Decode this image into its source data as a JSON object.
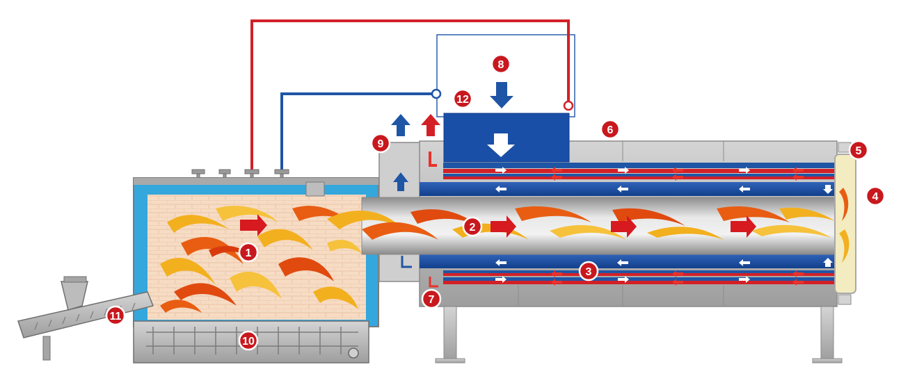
{
  "diagram": {
    "callouts": [
      {
        "id": "1",
        "label": "1"
      },
      {
        "id": "2",
        "label": "2"
      },
      {
        "id": "3",
        "label": "3"
      },
      {
        "id": "4",
        "label": "4"
      },
      {
        "id": "5",
        "label": "5"
      },
      {
        "id": "6",
        "label": "6"
      },
      {
        "id": "7",
        "label": "7"
      },
      {
        "id": "8",
        "label": "8"
      },
      {
        "id": "9",
        "label": "9"
      },
      {
        "id": "10",
        "label": "10"
      },
      {
        "id": "11",
        "label": "11"
      },
      {
        "id": "12",
        "label": "12"
      }
    ],
    "colors": {
      "hot_pipe": "#d32027",
      "cold_pipe": "#1f55a5",
      "water_jacket": "#34a7dd",
      "steel": "#b5b5b5",
      "callout": "#c8181e"
    }
  }
}
